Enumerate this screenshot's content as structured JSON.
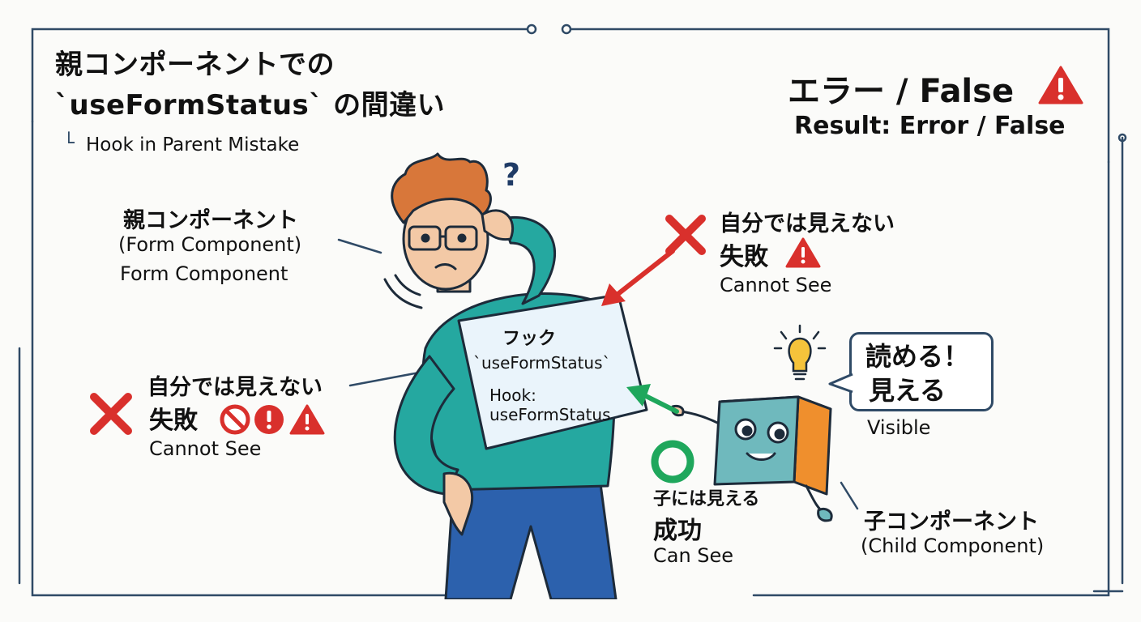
{
  "title": {
    "line1": "親コンポーネントでの",
    "line2": "`useFormStatus` の間違い",
    "subtitle": "Hook in Parent Mistake",
    "subtitle_prefix": "└"
  },
  "result": {
    "jp": "エラー / False",
    "en": "Result: Error / False"
  },
  "parent": {
    "jp": "親コンポーネント",
    "en1": "(Form Component)",
    "en2": "Form Component"
  },
  "fail_top": {
    "line1": "自分では見えない",
    "line2": "失敗",
    "en": "Cannot See"
  },
  "fail_left": {
    "line1": "自分では見えない",
    "line2": "失敗",
    "en": "Cannot See"
  },
  "paper": {
    "line1": "フック",
    "line2": "`useFormStatus`",
    "line3": "Hook:",
    "line4": "useFormStatus"
  },
  "bubble": {
    "line1": "読める！",
    "line2": "見える",
    "en": "Visible"
  },
  "success": {
    "line1": "子には見える",
    "line2": "成功",
    "en": "Can See"
  },
  "child": {
    "jp": "子コンポーネント",
    "en": "(Child Component)"
  },
  "question_mark": "?",
  "colors": {
    "frame": "#2f4a66",
    "error_red": "#d9302c",
    "success_green": "#1fa75c",
    "shirt_teal": "#25a8a0",
    "pants_blue": "#2c61ad",
    "hair_orange": "#d8773a",
    "cube_teal": "#6fb9bd",
    "cube_orange": "#ef8f2d"
  },
  "icons": [
    "warning-icon",
    "cross-icon",
    "no-entry-icon",
    "exclamation-icon",
    "circle-check-icon",
    "lightbulb-icon",
    "question-icon"
  ]
}
